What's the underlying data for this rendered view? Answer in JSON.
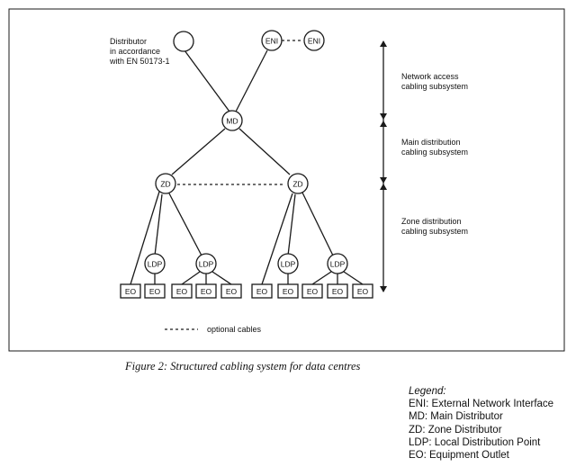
{
  "diagram": {
    "distributor_note": [
      "Distributor",
      "in accordance",
      "with EN 50173-1"
    ],
    "nodes": {
      "distributor": "",
      "eni_1": "ENI",
      "eni_2": "ENI",
      "md": "MD",
      "zd_left": "ZD",
      "zd_right": "ZD",
      "ldp_1": "LDP",
      "ldp_2": "LDP",
      "ldp_3": "LDP",
      "ldp_4": "LDP"
    },
    "outlet_label": "EO",
    "subsystems": [
      [
        "Network access",
        "cabling subsystem"
      ],
      [
        "Main distribution",
        "cabling subsystem"
      ],
      [
        "Zone distribution",
        "cabling subsystem"
      ]
    ],
    "optional_cables_label": "optional cables"
  },
  "caption": "Figure 2:  Structured cabling system for data centres",
  "legend": {
    "title": "Legend:",
    "items": [
      "ENI: External Network Interface",
      "MD: Main Distributor",
      "ZD: Zone Distributor",
      "LDP: Local Distribution Point",
      "EO: Equipment Outlet"
    ]
  }
}
